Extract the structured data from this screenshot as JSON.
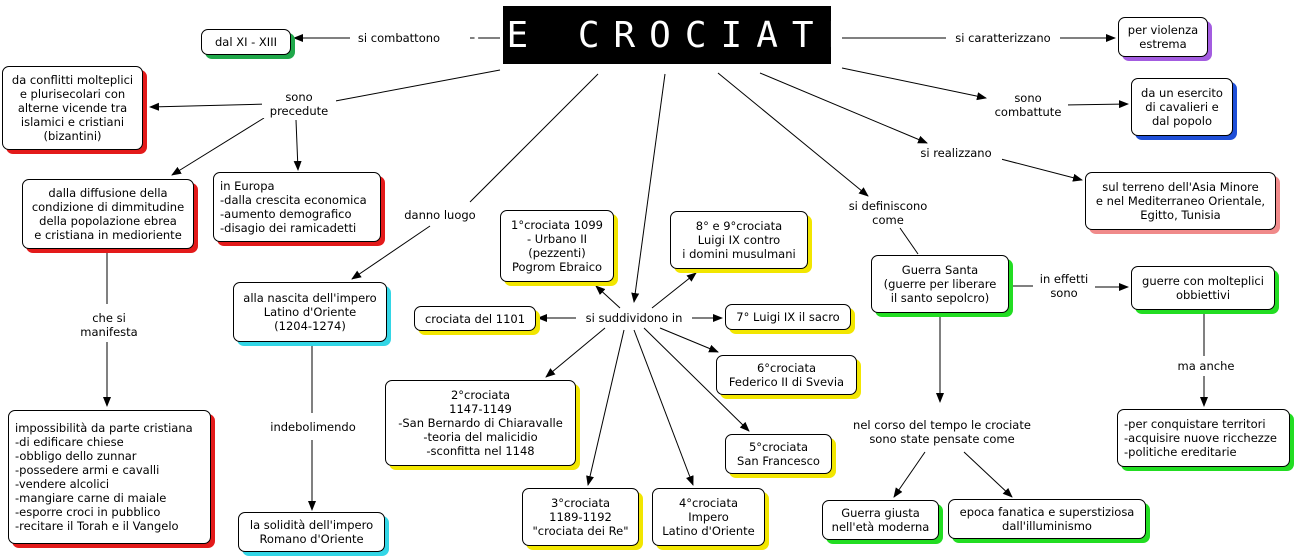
{
  "title": "LE CROCIATE",
  "shadow_colors": {
    "red": "#e31a1a",
    "green": "#1fa84a",
    "blue": "#1f4fd8",
    "purple": "#a35ce0",
    "cyan": "#33d6e6",
    "yellow": "#f2e600",
    "brightgreen": "#22dd22",
    "pink": "#f08a8a"
  },
  "nodes": {
    "secoli": "dal XI - XIII",
    "conflitti": "da conflitti molteplici\ne plurisecolari con\nalterne vicende tra\nislamici e cristiani\n(bizantini)",
    "diffusione": "dalla diffusione della\ncondizione di dimmitudine\ndella popolazione ebrea\ne cristiana in medioriente",
    "europa": "in Europa\n-dalla crescita economica\n-aumento demografico\n-disagio dei ramicadetti",
    "impossibilita": "impossibilità da parte cristiana\n-di edificare chiese\n-obbligo dello zunnar\n-possedere armi e cavalli\n-vendere alcolici\n-mangiare carne di maiale\n-esporre croci in pubblico\n-recitare il Torah e il Vangelo",
    "impero_latino": "alla nascita dell'impero\nLatino d'Oriente\n(1204-1274)",
    "solidita": "la solidità dell'impero\nRomano d'Oriente",
    "crociata1": "1°crociata 1099\n- Urbano II\n(pezzenti)\nPogrom Ebraico",
    "crociata89": "8° e 9°crociata\nLuigi IX contro\ni domini musulmani",
    "crociata1101": "crociata del 1101",
    "crociata7": "7° Luigi IX il sacro",
    "crociata6": "6°crociata\nFederico II di Svevia",
    "crociata2": "2°crociata\n1147-1149\n-San Bernardo di Chiaravalle\n-teoria del malicidio\n-sconfitta nel 1148",
    "crociata5": "5°crociata\nSan Francesco",
    "crociata3": "3°crociata\n1189-1192\n\"crociata dei Re\"",
    "crociata4": "4°crociata\nImpero\nLatino d'Oriente",
    "violenza": "per violenza\nestrema",
    "esercito": "da un esercito\ndi cavalieri e\ndal popolo",
    "territorio": "sul terreno dell'Asia Minore\ne nel Mediterraneo Orientale,\nEgitto, Tunisia",
    "guerra_santa": "Guerra Santa\n(guerre per liberare\nil santo sepolcro)",
    "obbiettivi": "guerre con molteplici\nobbiettivi",
    "conquistare": "-per conquistare territori\n-acquisire nuove ricchezze\n-politiche ereditarie",
    "guerra_giusta": "Guerra giusta\nnell'età moderna",
    "epoca": "epoca fanatica e superstiziosa\ndall'illuminismo"
  },
  "labels": {
    "si_combattono": "si combattono",
    "sono_precedute": "sono\nprecedute",
    "che_si_manifesta": "che si\nmanifesta",
    "danno_luogo": "danno luogo",
    "indebolimendo": "indebolimendo",
    "si_suddividono": "si suddividono in",
    "si_caratterizzano": "si caratterizzano",
    "sono_combattute": "sono\ncombattute",
    "si_realizzano": "si realizzano",
    "si_definiscono": "si definiscono\ncome",
    "in_effetti": "in effetti\nsono",
    "ma_anche": "ma anche",
    "nel_corso": "nel corso del tempo le crociate\nsono state pensate come"
  }
}
